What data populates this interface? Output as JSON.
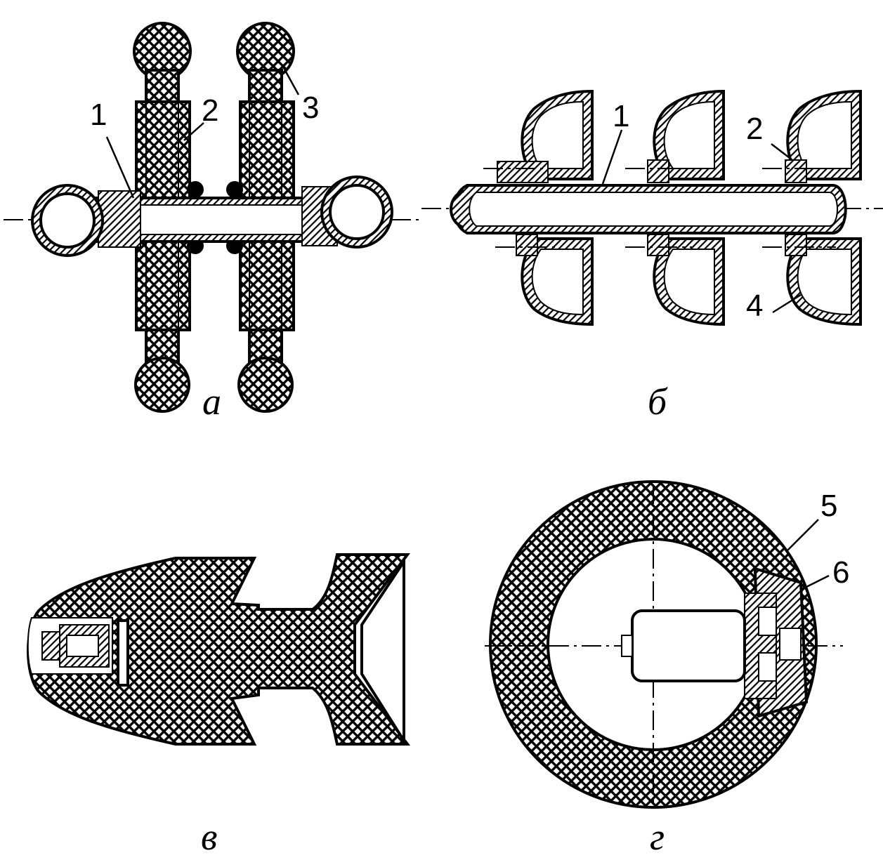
{
  "figures": {
    "a": {
      "caption": "а",
      "labels": {
        "l1": "1",
        "l2": "2",
        "l3": "3"
      }
    },
    "b": {
      "caption": "б",
      "labels": {
        "l1": "1",
        "l2": "2",
        "l4": "4"
      }
    },
    "v": {
      "caption": "в"
    },
    "g": {
      "caption": "г",
      "labels": {
        "l5": "5",
        "l6": "6"
      }
    }
  },
  "colors": {
    "ink": "#000000",
    "paper": "#ffffff"
  }
}
